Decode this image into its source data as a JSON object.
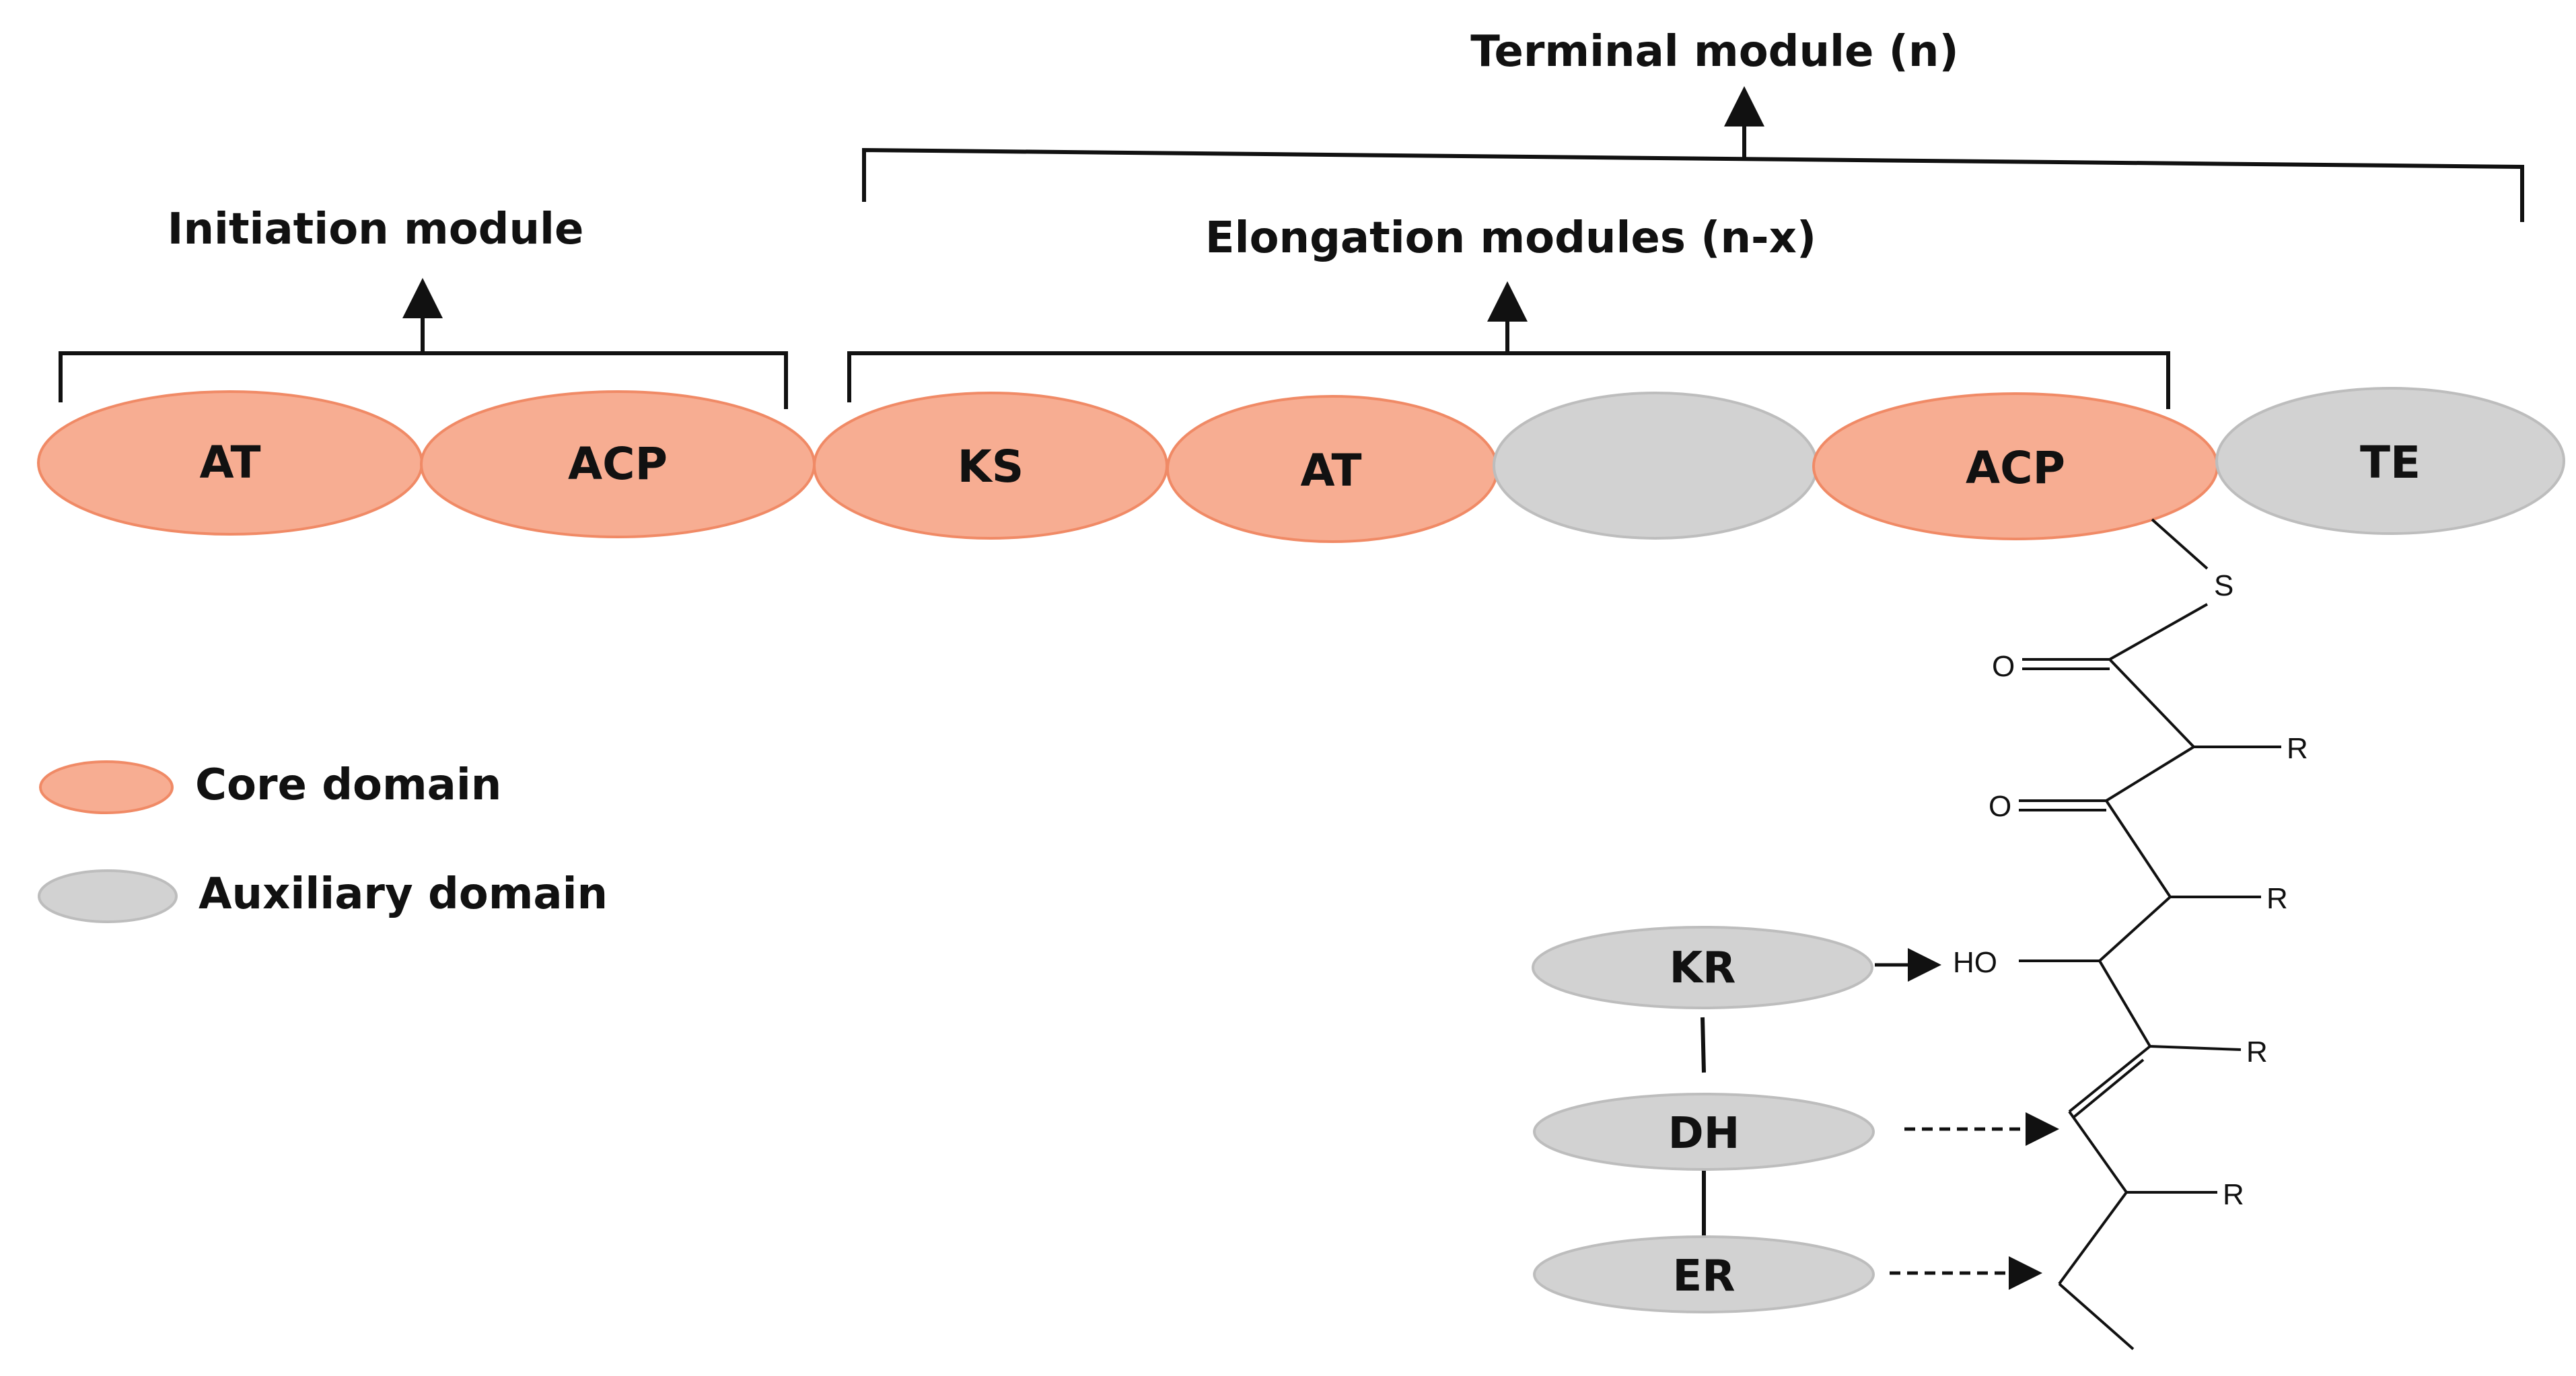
{
  "titles": {
    "terminal": "Terminal module (n)",
    "elongation": "Elongation modules (n-x)",
    "initiation": "Initiation module"
  },
  "domains": {
    "init_at": "AT",
    "init_acp": "ACP",
    "ks": "KS",
    "elong_at": "AT",
    "aux_blank": "",
    "elong_acp": "ACP",
    "te": "TE",
    "kr": "KR",
    "dh": "DH",
    "er": "ER"
  },
  "legend": {
    "core": "Core domain",
    "auxiliary": "Auxiliary domain"
  },
  "chemistry": {
    "s": "S",
    "o1": "O",
    "o2": "O",
    "r1": "R",
    "r2": "R",
    "ho": "HO",
    "r3": "R",
    "r4": "R"
  },
  "colors": {
    "core": "#f7ad92",
    "core_stroke": "#f08a66",
    "auxiliary": "#d2d2d2",
    "auxiliary_stroke": "#bdbdbd",
    "line": "#111111"
  }
}
